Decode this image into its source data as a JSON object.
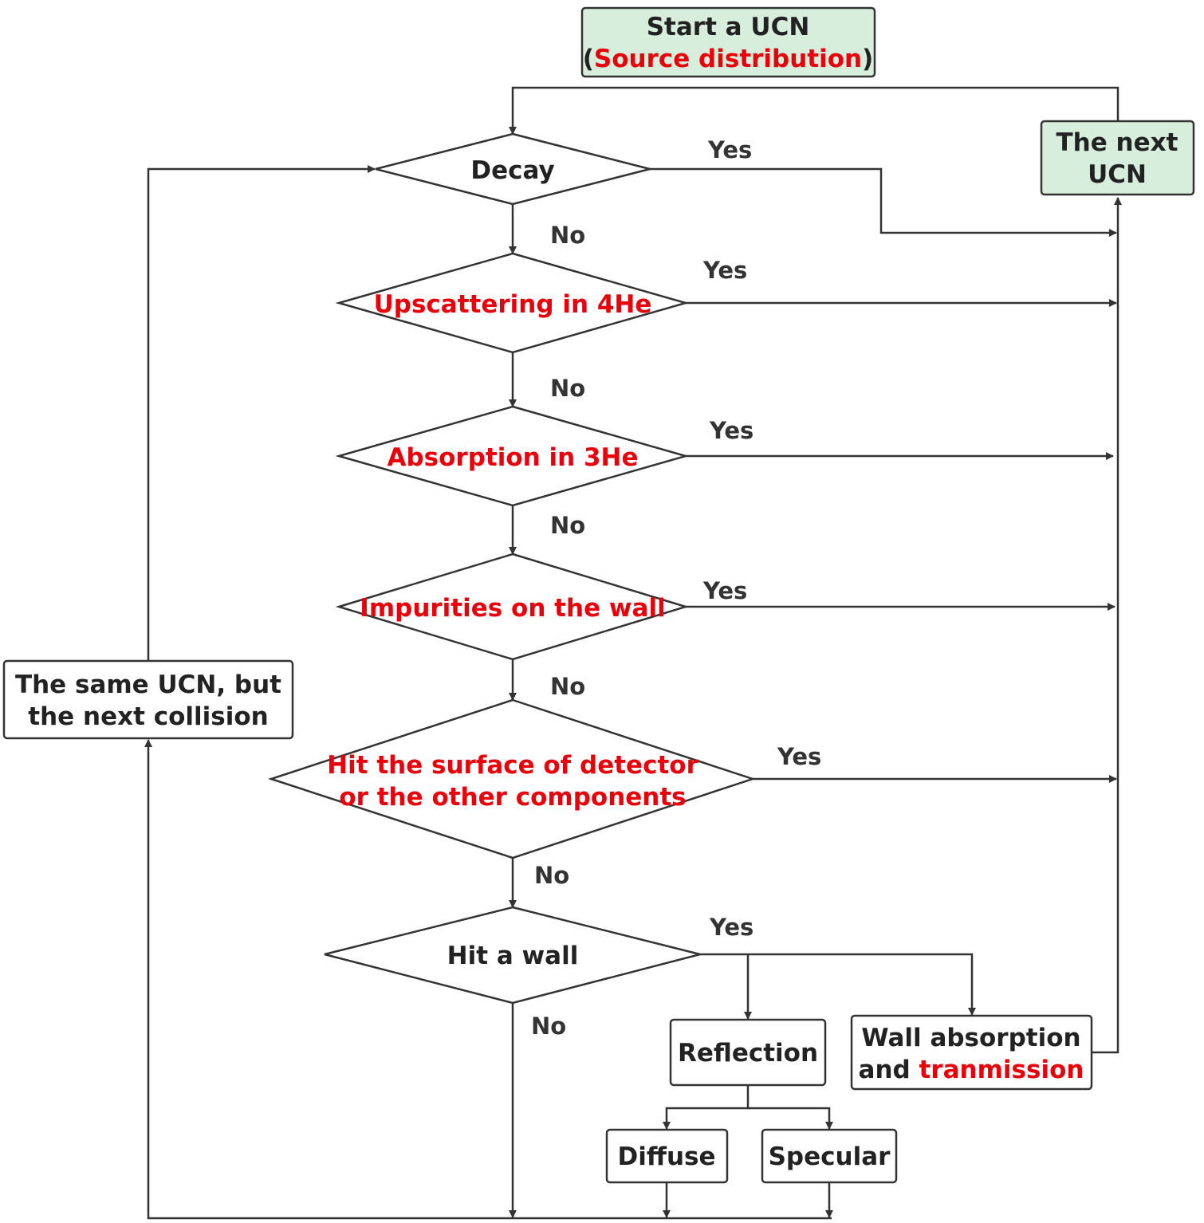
{
  "nodes": {
    "start": {
      "line1": "Start a UCN",
      "line2_open": "(",
      "line2_red": "Source distribution",
      "line2_close": ")"
    },
    "next_ucn": {
      "line1": "The next",
      "line2": "UCN"
    },
    "decay": {
      "label": "Decay"
    },
    "upscattering": {
      "label": "Upscattering in 4He"
    },
    "absorption": {
      "label": "Absorption in 3He"
    },
    "impurities": {
      "label": "Impurities on the wall"
    },
    "hit_surface": {
      "line1": "Hit the surface of detector",
      "line2": "or the other components"
    },
    "hit_wall": {
      "label": "Hit a wall"
    },
    "same_ucn": {
      "line1": "The same UCN, but",
      "line2": "the next collision"
    },
    "reflection": {
      "label": "Reflection"
    },
    "wall_absorption": {
      "line1": "Wall absorption",
      "line2_black": "and ",
      "line2_red": "tranmission"
    },
    "diffuse": {
      "label": "Diffuse"
    },
    "specular": {
      "label": "Specular"
    }
  },
  "edges": {
    "decay_yes": "Yes",
    "decay_no": "No",
    "upscattering_yes": "Yes",
    "upscattering_no": "No",
    "absorption_yes": "Yes",
    "absorption_no": "No",
    "impurities_yes": "Yes",
    "impurities_no": "No",
    "hit_surface_yes": "Yes",
    "hit_surface_no": "No",
    "hit_wall_yes": "Yes",
    "hit_wall_no": "No"
  },
  "colors": {
    "terminal_fill": "#d7eedc",
    "highlight_text": "#e8000b",
    "line": "#333333"
  }
}
